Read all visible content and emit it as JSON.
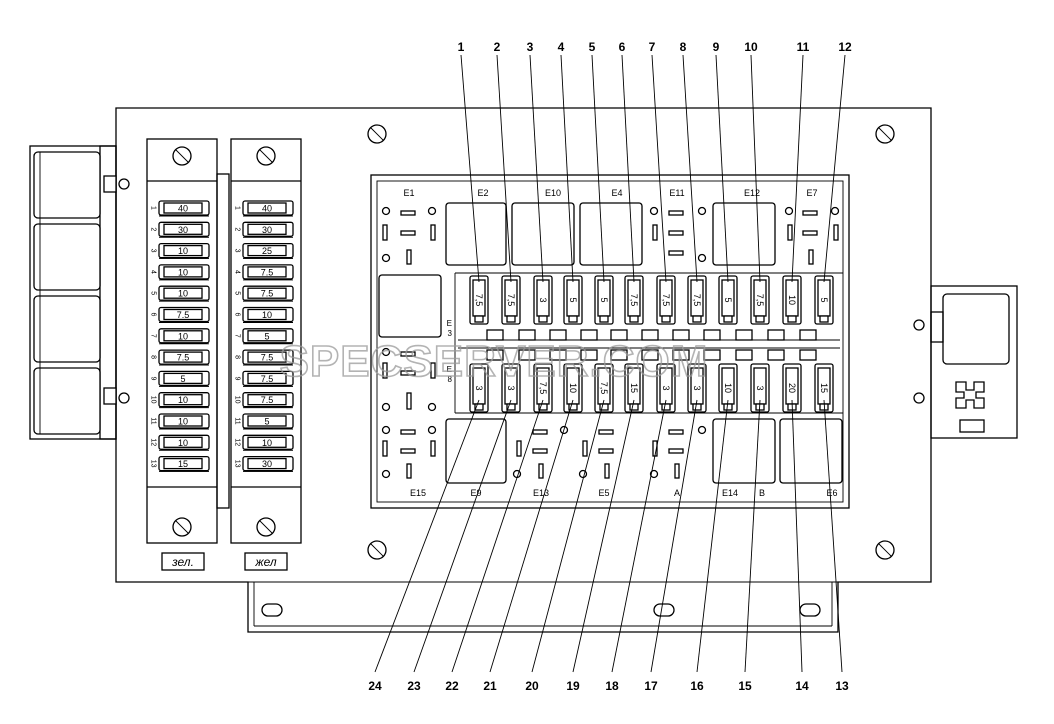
{
  "diagram": {
    "watermark": "SPECSERVER.COM",
    "callouts_top": [
      "1",
      "2",
      "3",
      "4",
      "5",
      "6",
      "7",
      "8",
      "9",
      "10",
      "11",
      "12"
    ],
    "callouts_bottom": [
      "24",
      "23",
      "22",
      "21",
      "20",
      "19",
      "18",
      "17",
      "16",
      "15",
      "14",
      "13"
    ],
    "block_labels_top": [
      "E1",
      "E2",
      "E10",
      "E4",
      "E11",
      "E12",
      "E7"
    ],
    "block_labels_bottom": [
      "E15",
      "E9",
      "E13",
      "E5",
      "A",
      "E14",
      "B",
      "E6"
    ],
    "side_labels": [
      "E",
      "3",
      "E",
      "8"
    ],
    "fuse_row_top": [
      "7,5",
      "7,5",
      "3",
      "5",
      "5",
      "7,5",
      "7,5",
      "7,5",
      "5",
      "7,5",
      "10",
      "5"
    ],
    "fuse_row_bottom": [
      "3",
      "3",
      "7,5",
      "10",
      "7,5",
      "15",
      "3",
      "3",
      "10",
      "3",
      "20",
      "15"
    ],
    "strip_left": {
      "label": "зел.",
      "numbers": [
        "1",
        "2",
        "3",
        "4",
        "5",
        "6",
        "7",
        "8",
        "9",
        "10",
        "11",
        "12",
        "13"
      ],
      "ratings": [
        "40",
        "30",
        "10",
        "10",
        "10",
        "7.5",
        "10",
        "7.5",
        "5",
        "10",
        "10",
        "10",
        "15"
      ]
    },
    "strip_right": {
      "label": "жел",
      "numbers": [
        "1",
        "2",
        "3",
        "4",
        "5",
        "6",
        "7",
        "8",
        "9",
        "10",
        "11",
        "12",
        "13"
      ],
      "ratings": [
        "40",
        "30",
        "25",
        "7.5",
        "7.5",
        "10",
        "5",
        "7.5",
        "7.5",
        "7.5",
        "5",
        "10",
        "30"
      ]
    }
  }
}
